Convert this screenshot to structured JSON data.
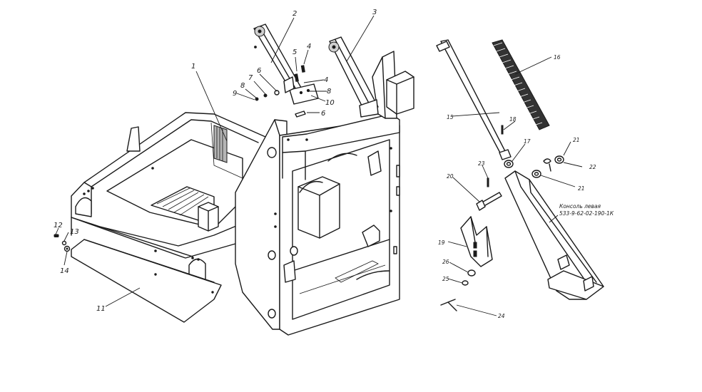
{
  "labels": {
    "p1": "1",
    "p2": "2",
    "p3": "3",
    "p4a": "4",
    "p4b": "4",
    "p5": "5",
    "p6a": "6",
    "p6b": "6",
    "p7": "7",
    "p8a": "8",
    "p8b": "8",
    "p9": "9",
    "p10": "10",
    "p11": "11",
    "p12": "12",
    "p13": "13",
    "p14": "14",
    "p15": "15",
    "p16": "16",
    "p17": "17",
    "p18": "18",
    "p19": "19",
    "p20": "20",
    "p21a": "21",
    "p21b": "21",
    "p22": "22",
    "p23": "23",
    "p24": "24",
    "p25": "25",
    "p26": "26"
  },
  "console_caption": {
    "line1": "Консоль левая",
    "line2": "533-9-62-02-190-1К"
  }
}
